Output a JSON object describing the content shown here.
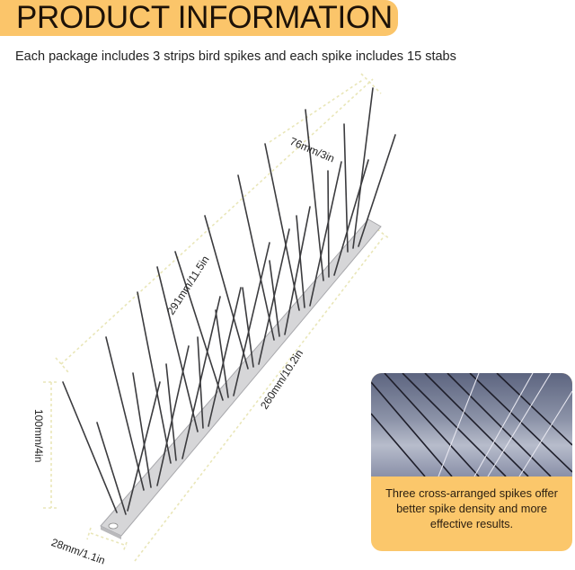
{
  "header": {
    "title": "PRODUCT INFORMATION",
    "subtitle": "Each package includes 3 strips bird spikes and each spike includes 15 stabs"
  },
  "dimensions": {
    "spike_length": "76mm/3in",
    "overall_length": "291mm/11.5in",
    "base_length": "260mm/10.2in",
    "height": "100mm/4in",
    "base_width": "28mm/1.1in"
  },
  "feature_card": {
    "image": "closeup-cross-arranged-spikes",
    "text": "Three cross-arranged spikes offer better spike density and more effective results."
  },
  "colors": {
    "accent": "#fbc56a",
    "dimension_line": "#e8e4b0",
    "spike": "#3a3a3a",
    "base": "#d4d4d6"
  },
  "product": {
    "strips_per_package": 3,
    "stabs_per_spike": 15
  }
}
